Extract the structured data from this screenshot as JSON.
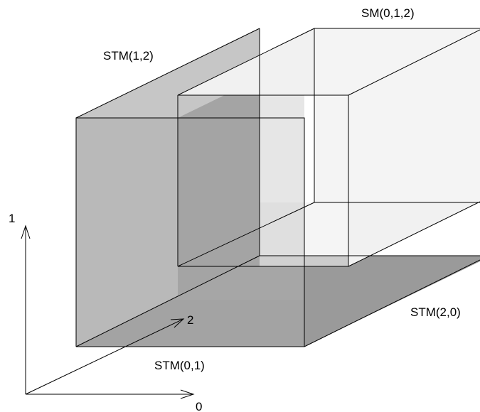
{
  "labels": {
    "sm_012": "SM(0,1,2)",
    "stm_12": "STM(1,2)",
    "stm_20": "STM(2,0)",
    "stm_01": "STM(0,1)"
  },
  "axes": {
    "axis_0": "0",
    "axis_1": "1",
    "axis_2": "2"
  },
  "colors": {
    "floor_plane": "#7a7a7a",
    "floor_front": "#6e6e6e",
    "wall_side": "#c8c8c8",
    "wall_front": "#b3b3b3",
    "wall_front_overlap": "#9c9c9c",
    "cube_faces": "#f0f0f0",
    "cube_inner_wall": "#e4e4e4",
    "line": "#000000"
  }
}
